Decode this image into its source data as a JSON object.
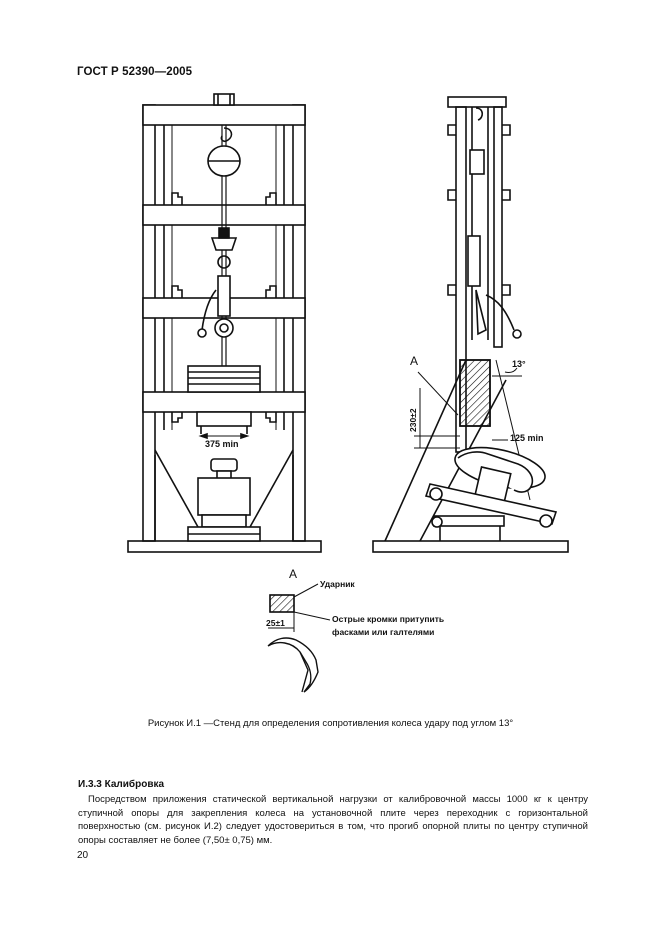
{
  "header": {
    "doc_code": "ГОСТ Р 52390—2005"
  },
  "figure": {
    "labels": {
      "left_dim": "375 min",
      "view_a": "A",
      "angle": "13°",
      "height_dim": "230±2",
      "right_dim": "125 min",
      "detail_title": "A",
      "striker": "Ударник",
      "edges_note_line1": "Острые кромки притупить",
      "edges_note_line2": "фасками или галтелями",
      "detail_dim": "25±1"
    },
    "caption": "Рисунок И.1 —Стенд для определения сопротивления колеса удару под углом 13°"
  },
  "section": {
    "title": "И.3.3  Калибровка",
    "text": "Посредством приложения статической вертикальной нагрузки от калибровочной массы 1000 кг к центру ступичной опоры для закрепления колеса на установочной плите через переходник с горизонтальной поверхностью (см. рисунок И.2) следует удостовериться в том, что прогиб опорной плиты по центру ступичной опоры составляет не более (7,50± 0,75) мм."
  },
  "page_number": "20"
}
